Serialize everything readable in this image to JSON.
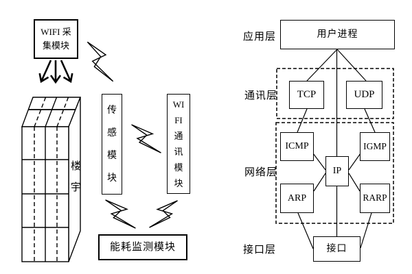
{
  "left_diagram": {
    "wifi_collect_module": "WIFI 采\n集模块",
    "building_label": "楼\n宇",
    "sensor_module": "传\n感\n模\n块",
    "wifi_comm_module": "WI\nFI\n通\n讯\n模\n块",
    "energy_monitor_module": "能耗监测模块"
  },
  "right_diagram": {
    "layer_labels": {
      "application": "应用层",
      "communication": "通讯层",
      "network": "网络层",
      "interface": "接口层"
    },
    "nodes": {
      "user_process": "用户进程",
      "tcp": "TCP",
      "udp": "UDP",
      "icmp": "ICMP",
      "igmp": "IGMP",
      "ip": "IP",
      "arp": "ARP",
      "rarp": "RARP",
      "interface": "接口"
    }
  },
  "colors": {
    "ink": "#000000",
    "background": "#ffffff"
  }
}
